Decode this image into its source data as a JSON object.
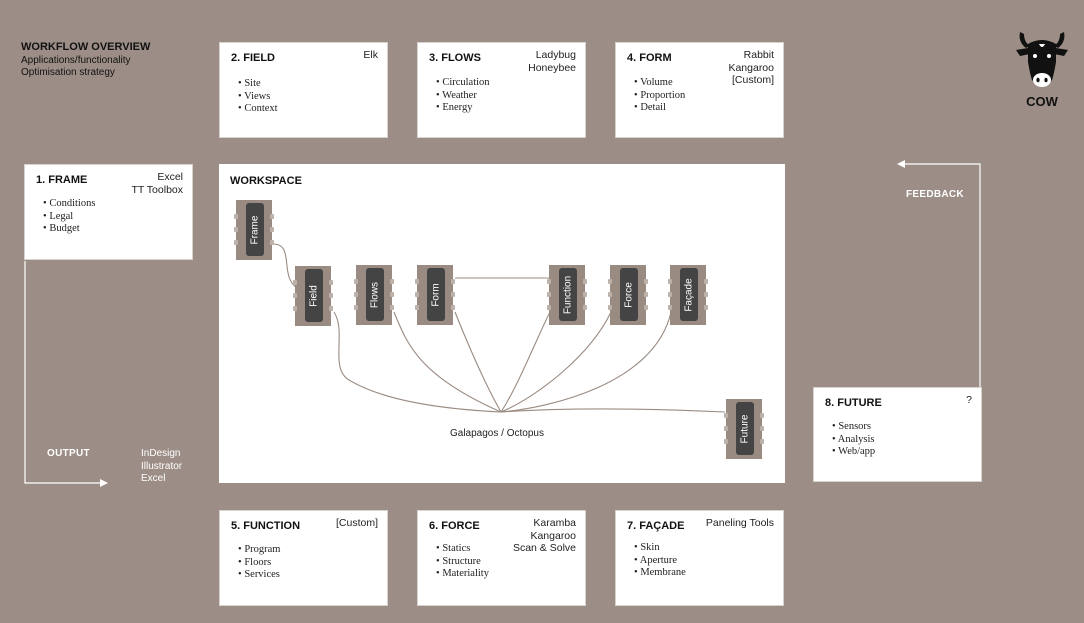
{
  "header": {
    "title": "WORKFLOW OVERVIEW",
    "lines": [
      "Applications/functionality",
      "Optimisation strategy"
    ]
  },
  "cards": {
    "frame": {
      "title": "1. FRAME",
      "tools": [
        "Excel",
        "TT Toolbox"
      ],
      "items": [
        "Conditions",
        "Legal",
        "Budget"
      ]
    },
    "field": {
      "title": "2. FIELD",
      "tools": [
        "Elk"
      ],
      "items": [
        "Site",
        "Views",
        "Context"
      ]
    },
    "flows": {
      "title": "3. FLOWS",
      "tools": [
        "Ladybug",
        "Honeybee"
      ],
      "items": [
        "Circulation",
        "Weather",
        "Energy"
      ]
    },
    "form": {
      "title": "4. FORM",
      "tools": [
        "Rabbit",
        "Kangaroo",
        "[Custom]"
      ],
      "items": [
        "Volume",
        "Proportion",
        "Detail"
      ]
    },
    "function": {
      "title": "5. FUNCTION",
      "tools": [
        "[Custom]"
      ],
      "items": [
        "Program",
        "Floors",
        "Services"
      ]
    },
    "force": {
      "title": "6. FORCE",
      "tools": [
        "Karamba",
        "Kangaroo",
        "Scan & Solve"
      ],
      "items": [
        "Statics",
        "Structure",
        "Materiality"
      ]
    },
    "facade": {
      "title": "7. FAÇADE",
      "tools": [
        "Paneling Tools"
      ],
      "items": [
        "Skin",
        "Aperture",
        "Membrane"
      ]
    },
    "future": {
      "title": "8. FUTURE",
      "tools": [
        "?"
      ],
      "items": [
        "Sensors",
        "Analysis",
        "Web/app"
      ]
    }
  },
  "workspace": {
    "title": "WORKSPACE",
    "nodes": {
      "frame": "Frame",
      "field": "Field",
      "flows": "Flows",
      "form": "Form",
      "function": "Function",
      "force": "Force",
      "facade": "Façade",
      "future": "Future"
    },
    "caption": "Galapagos / Octopus"
  },
  "output": {
    "label": "OUTPUT",
    "tools": [
      "InDesign",
      "Illustrator",
      "Excel"
    ]
  },
  "feedback": {
    "label": "FEEDBACK"
  },
  "logo": {
    "text": "COW",
    "icon": "cow-head-icon"
  },
  "colors": {
    "background": "#9c8e86",
    "node": "#444444",
    "node_frame": "#9a8b82",
    "arrow": "#ffffff"
  }
}
